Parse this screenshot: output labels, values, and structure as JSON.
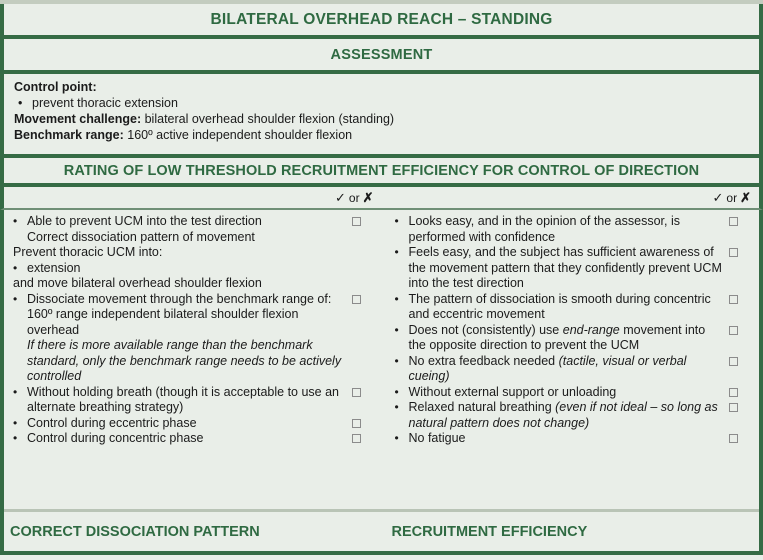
{
  "title_band": {
    "title": "BILATERAL OVERHEAD REACH – STANDING"
  },
  "assessment_band": {
    "title": "ASSESSMENT"
  },
  "assessment_info": {
    "control_point_label": "Control point:",
    "control_point_bullet": "prevent thoracic extension",
    "movement_challenge_label": "Movement challenge:",
    "movement_challenge_value": "bilateral overhead shoulder flexion (standing)",
    "benchmark_range_label": "Benchmark range:",
    "benchmark_range_value": "160º active independent shoulder flexion"
  },
  "rating_band": {
    "title": "RATING OF LOW THRESHOLD RECRUITMENT EFFICIENCY FOR CONTROL OF DIRECTION"
  },
  "tick_header": {
    "tick": "✓",
    "or": "or",
    "cross": "✗",
    "left": "✓ or ✗",
    "right": "✓ or ✗"
  },
  "left_column": {
    "items": [
      {
        "bullet": true,
        "checkbox": true,
        "text": "Able to prevent UCM into the test direction"
      },
      {
        "bullet": false,
        "checkbox": false,
        "text": "Correct dissociation pattern of movement"
      },
      {
        "plain": true,
        "text": "Prevent thoracic UCM into:"
      },
      {
        "bullet": true,
        "checkbox": false,
        "text": "extension"
      },
      {
        "plain": true,
        "text": "and move bilateral overhead shoulder flexion"
      },
      {
        "bullet": true,
        "checkbox": true,
        "text": "Dissociate movement through the benchmark range of: 160º range independent bilateral shoulder flexion overhead"
      },
      {
        "bullet": false,
        "checkbox": false,
        "italic": true,
        "text": "If there is more available range than the benchmark standard, only the benchmark range needs to be actively controlled"
      },
      {
        "bullet": true,
        "checkbox": true,
        "text": "Without holding breath (though it is acceptable to use an alternate breathing strategy)"
      },
      {
        "bullet": true,
        "checkbox": true,
        "text": "Control during eccentric phase"
      },
      {
        "bullet": true,
        "checkbox": true,
        "text": "Control during concentric phase"
      }
    ]
  },
  "right_column": {
    "items": [
      {
        "bullet": true,
        "checkbox": true,
        "text": "Looks easy, and in the opinion of the assessor, is performed with confidence"
      },
      {
        "bullet": true,
        "checkbox": true,
        "text": "Feels easy, and the subject has sufficient awareness of the movement pattern that they confidently prevent UCM into the test direction"
      },
      {
        "bullet": true,
        "checkbox": true,
        "text": "The pattern of dissociation is smooth during concentric and eccentric movement"
      },
      {
        "bullet": true,
        "checkbox": true,
        "text_pre": "Does not (consistently) use ",
        "text_em": "end-range",
        "text_post": " movement into the opposite direction to prevent the UCM"
      },
      {
        "bullet": true,
        "checkbox": true,
        "text_pre": "No extra feedback needed ",
        "text_em": "(tactile, visual or verbal cueing)",
        "text_post": ""
      },
      {
        "bullet": true,
        "checkbox": true,
        "text": "Without external support or unloading"
      },
      {
        "bullet": true,
        "checkbox": true,
        "text_pre": "Relaxed natural breathing ",
        "text_em": "(even if not ideal – so long as natural pattern does not change)",
        "text_post": ""
      },
      {
        "bullet": true,
        "checkbox": true,
        "text": "No fatigue"
      }
    ]
  },
  "footer": {
    "left_label": "CORRECT DISSOCIATION PATTERN",
    "right_label": "RECRUITMENT EFFICIENCY"
  },
  "colors": {
    "green": "#2f6a42",
    "border_green": "#356b45",
    "background": "#e9eee8",
    "separator": "#b9c4b6",
    "checkbox_border": "#8b8b8b"
  }
}
